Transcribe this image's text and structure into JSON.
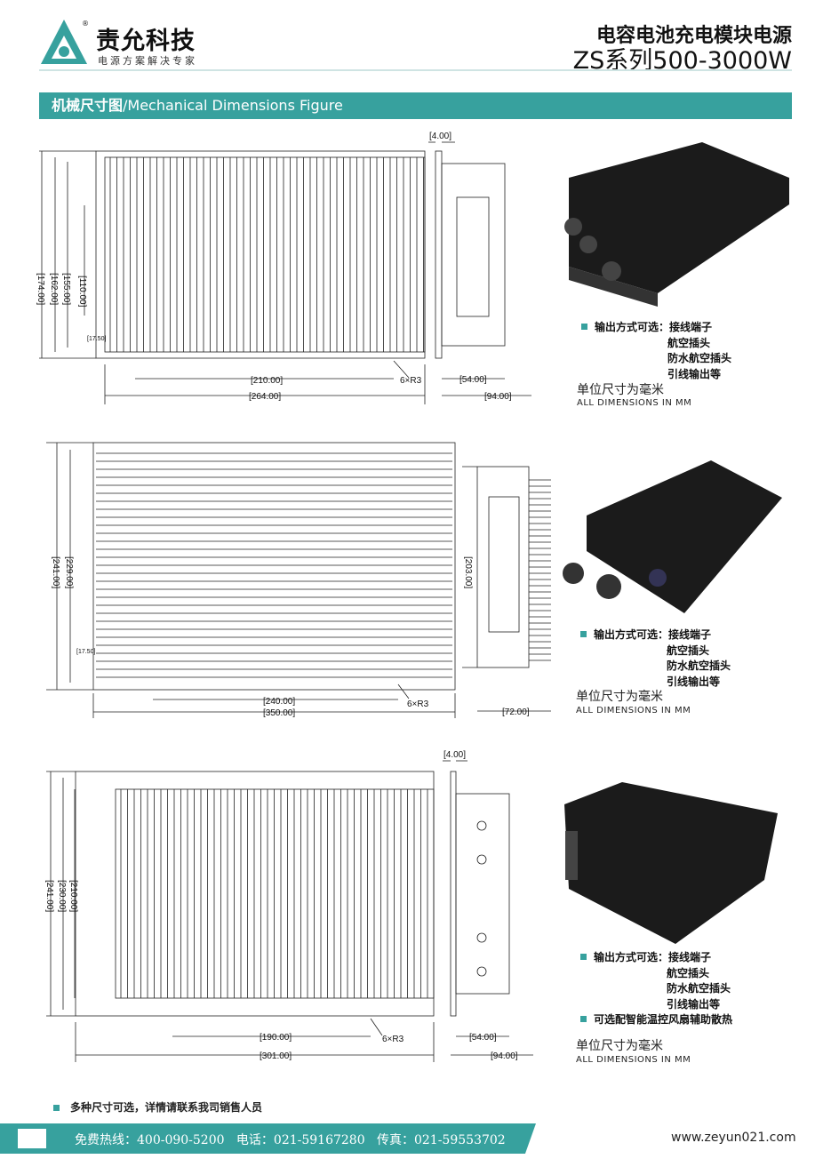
{
  "header": {
    "brand": "责允科技",
    "registered": "®",
    "slogan": "电源方案解决专家",
    "product_title": "电容电池充电模块电源",
    "series": "ZS系列500-3000W"
  },
  "section": {
    "title_cn": "机械尺寸图",
    "title_en": "/Mechanical Dimensions Figure"
  },
  "drawings": [
    {
      "dims": {
        "flange": "[4.00]",
        "h1": "[174.00]",
        "h2": "[162.00]",
        "h3": "[155.00]",
        "h4": "[110.00]",
        "term": "[17.50]",
        "w1": "[210.00]",
        "w2": "[264.00]",
        "hole": "6×R3",
        "d1": "[54.00]",
        "d2": "[94.00]"
      },
      "options": {
        "label": "输出方式可选：",
        "items": [
          "接线端子",
          "航空插头",
          "防水航空插头",
          "引线输出等"
        ]
      },
      "unit_cn": "单位尺寸为毫米",
      "unit_en": "ALL DIMENSIONS IN MM"
    },
    {
      "dims": {
        "h1": "[241.00]",
        "h2": "[229.00]",
        "term": "[17.50]",
        "side_h": "[203.00]",
        "w1": "[240.00]",
        "w2": "[350.00]",
        "hole": "6×R3",
        "d1": "[72.00]"
      },
      "options": {
        "label": "输出方式可选：",
        "items": [
          "接线端子",
          "航空插头",
          "防水航空插头",
          "引线输出等"
        ]
      },
      "unit_cn": "单位尺寸为毫米",
      "unit_en": "ALL DIMENSIONS IN MM"
    },
    {
      "dims": {
        "flange": "[4.00]",
        "h1": "[241.00]",
        "h2": "[230.00]",
        "h3": "[210.00]",
        "w1": "[190.00]",
        "w2": "[301.00]",
        "hole": "6×R3",
        "d1": "[54.00]",
        "d2": "[94.00]"
      },
      "options": {
        "label": "输出方式可选：",
        "items": [
          "接线端子",
          "航空插头",
          "防水航空插头",
          "引线输出等"
        ],
        "extra": "可选配智能温控风扇辅助散热"
      },
      "unit_cn": "单位尺寸为毫米",
      "unit_en": "ALL DIMENSIONS IN MM"
    }
  ],
  "note": "多种尺寸可选，详情请联系我司销售人员",
  "footer": {
    "hotline": "免费热线：400-090-5200",
    "phone": "电话：021-59167280",
    "fax": "传真：021-59553702",
    "website": "www.zeyun021.com"
  },
  "colors": {
    "accent": "#37a19e"
  }
}
